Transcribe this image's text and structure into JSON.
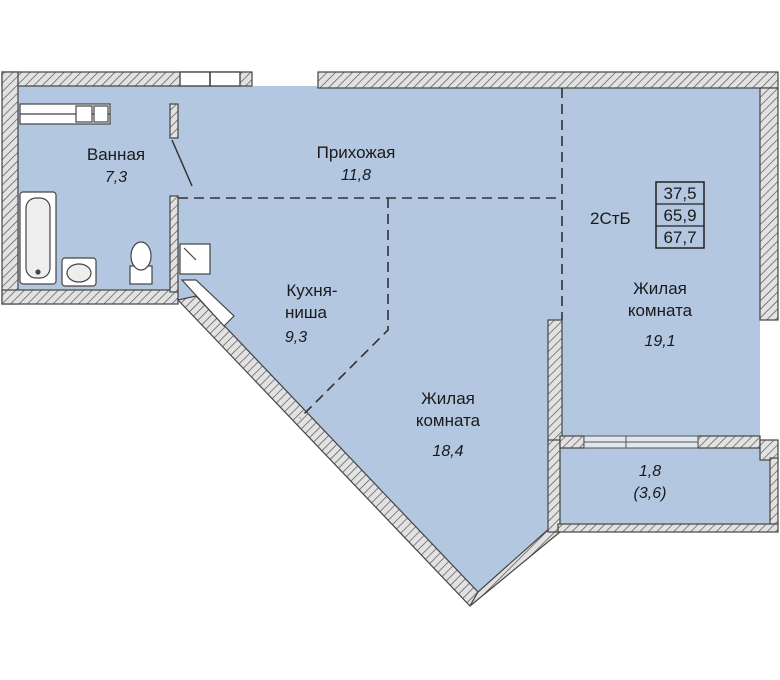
{
  "floor_plan": {
    "apartment_type": "2СтБ",
    "areas": {
      "living": "37,5",
      "total": "65,9",
      "total_with_balcony": "67,7"
    },
    "rooms": [
      {
        "id": "bathroom",
        "name": "Ванная",
        "area": "7,3"
      },
      {
        "id": "hallway",
        "name": "Прихожая",
        "area": "11,8"
      },
      {
        "id": "kitchen",
        "name_line1": "Кухня-",
        "name_line2": "ниша",
        "area": "9,3"
      },
      {
        "id": "living-left",
        "name_line1": "Жилая",
        "name_line2": "комната",
        "area": "18,4"
      },
      {
        "id": "living-right",
        "name_line1": "Жилая",
        "name_line2": "комната",
        "area": "19,1"
      },
      {
        "id": "balcony",
        "area": "1,8",
        "area_with_coef": "(3,6)"
      }
    ],
    "colors": {
      "floor": "#b3c7e0",
      "wall_fill": "#d9d9d9",
      "wall_stroke": "#444444",
      "dash": "#333333"
    }
  }
}
